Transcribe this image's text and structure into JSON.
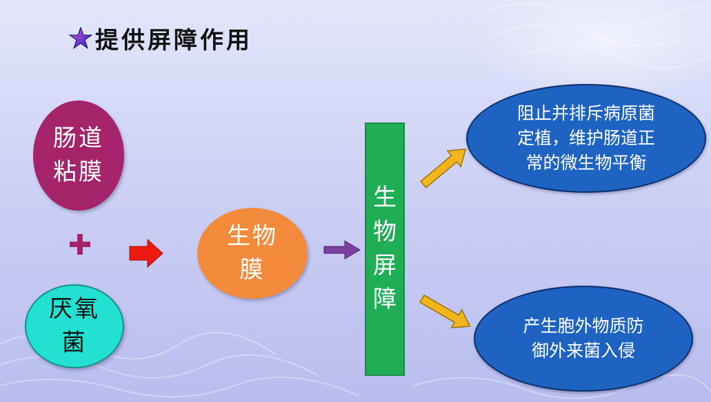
{
  "title": "提供屏障作用",
  "icons": {
    "title": "star-icon"
  },
  "colors": {
    "mucosa": "#a6256a",
    "anaerobe": "#22e0d2",
    "biofilm": "#f48a3c",
    "barrier": "#1fae56",
    "outcome": "#1e63c2",
    "plus": "#a6256a",
    "arrow_red": "#ee1a10",
    "arrow_purple": "#7b3fa0",
    "arrow_gold": "#f2b51e"
  },
  "nodes": {
    "mucosa": "肠道粘膜",
    "anaerobe": "厌氧菌",
    "biofilm": "生物膜",
    "barrier": "生物屏障",
    "outcome_top": "阻止并排斥病原菌定植，维护肠道正常的微生物平衡",
    "outcome_bottom": "产生胞外物质防御外来菌入侵"
  }
}
